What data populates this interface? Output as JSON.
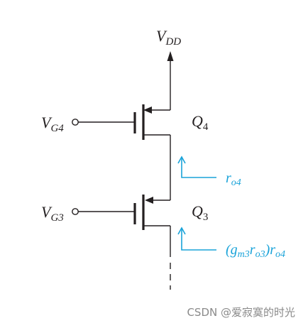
{
  "labels": {
    "vdd_main": "V",
    "vdd_sub": "DD",
    "vg4_main": "V",
    "vg4_sub": "G4",
    "vg3_main": "V",
    "vg3_sub": "G3",
    "q4_main": "Q",
    "q4_sub": "4",
    "q3_main": "Q",
    "q3_sub": "3",
    "ro4_main": "r",
    "ro4_sub": "o4",
    "impedance": {
      "p1": "(g",
      "s1": "m3",
      "p2": "r",
      "s2": "o3",
      "p3": ")r",
      "s3": "o4"
    }
  },
  "watermark": "CSDN @爱寂寞的时光",
  "colors": {
    "line": "#231f20",
    "annotation": "#1aa3d9",
    "watermark": "#8a8a8a"
  }
}
